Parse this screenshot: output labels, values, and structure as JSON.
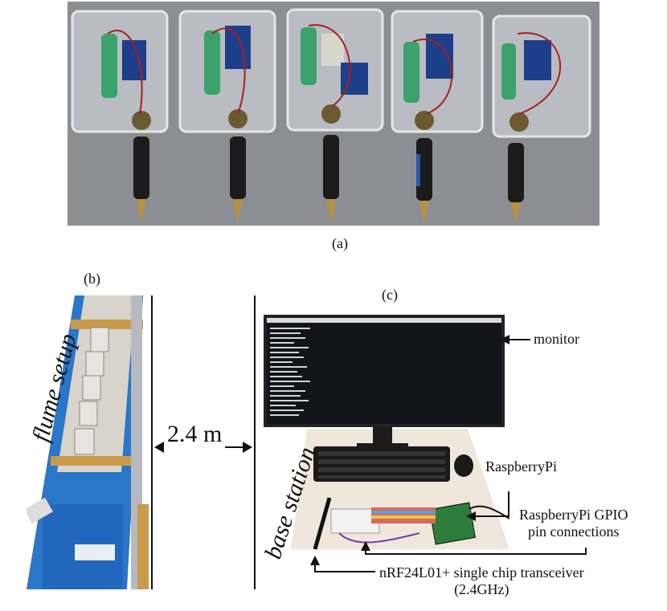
{
  "labels": {
    "a": "(a)",
    "b": "(b)",
    "c": "(c)"
  },
  "annotations": {
    "flume_setup": "flume setup",
    "distance": "2.4 m",
    "base_station": "base station",
    "monitor": "monitor",
    "raspberrypi": "RaspberryPi",
    "gpio_line1": "RaspberryPi GPIO",
    "gpio_line2": "pin connections",
    "transceiver_line1": "nRF24L01+ single chip transceiver",
    "transceiver_line2": "(2.4GHz)"
  },
  "colors": {
    "photo_background": "#8d8e94",
    "flume_blue": "#2a76c9",
    "wood": "#c89a4a",
    "monitor_black": "#111418",
    "terminal_text": "#cfd6d0"
  }
}
